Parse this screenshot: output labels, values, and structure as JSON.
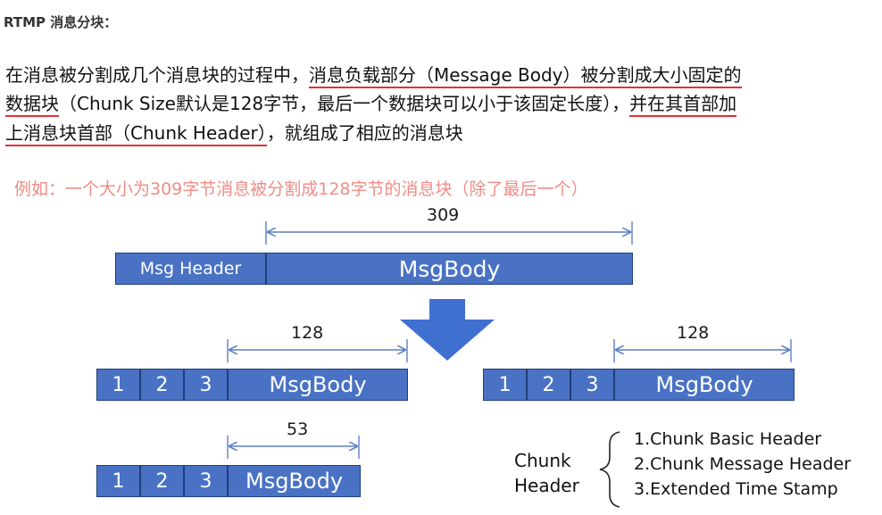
{
  "title": "RTMP 消息分块：",
  "paragraph": {
    "line1_plain": "在消息被分割成几个消息块的过程中，",
    "line1_underlined": "消息负载部分（Message Body）被分割成大小固定的",
    "line2_underlined": "数据块",
    "line2_plain": "（Chunk Size默认是128字节，最后一个数据块可以小于该固定长度），",
    "line2_underlined_end": "并在其首部加",
    "line3_underlined": "上消息块首部（Chunk Header）",
    "line3_plain": "，就组成了相应的消息块"
  },
  "example": "例如：一个大小为309字节消息被分割成128字节的消息块（除了最后一个）",
  "original_message": {
    "size_label": "309",
    "header_label": "Msg Header",
    "body_label": "MsgBody"
  },
  "chunks": [
    {
      "size_label": "128",
      "headers": [
        "1",
        "2",
        "3"
      ],
      "body_label": "MsgBody"
    },
    {
      "size_label": "128",
      "headers": [
        "1",
        "2",
        "3"
      ],
      "body_label": "MsgBody"
    },
    {
      "size_label": "53",
      "headers": [
        "1",
        "2",
        "3"
      ],
      "body_label": "MsgBody"
    }
  ],
  "chunk_header": {
    "label_line1": "Chunk",
    "label_line2": "Header",
    "items": [
      "1.Chunk Basic Header",
      "2.Chunk Message Header",
      "3.Extended Time Stamp"
    ]
  },
  "colors": {
    "block_fill": "#4a72c4",
    "block_border": "#1f3f7a",
    "arrow_fill": "#3f6fcf",
    "dimension_line": "#5b7fc4",
    "underline": "#e0303a",
    "example_text": "#f08c86"
  },
  "icons": {
    "split_arrow": "down-arrow-icon",
    "header_brace": "curly-brace-icon"
  }
}
